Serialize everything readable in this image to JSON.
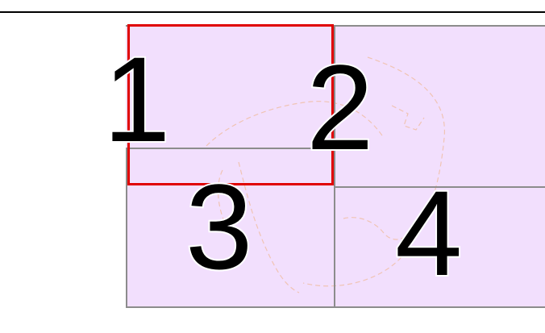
{
  "tiles": {
    "tile_1": "1",
    "tile_2": "2",
    "tile_3": "3",
    "tile_4": "4"
  },
  "selected_tile": "1",
  "colors": {
    "tile_background": "#f2dffd",
    "grid_lines": "#8c8c8c",
    "selection_border": "#e00000",
    "numbers": "#000000"
  }
}
